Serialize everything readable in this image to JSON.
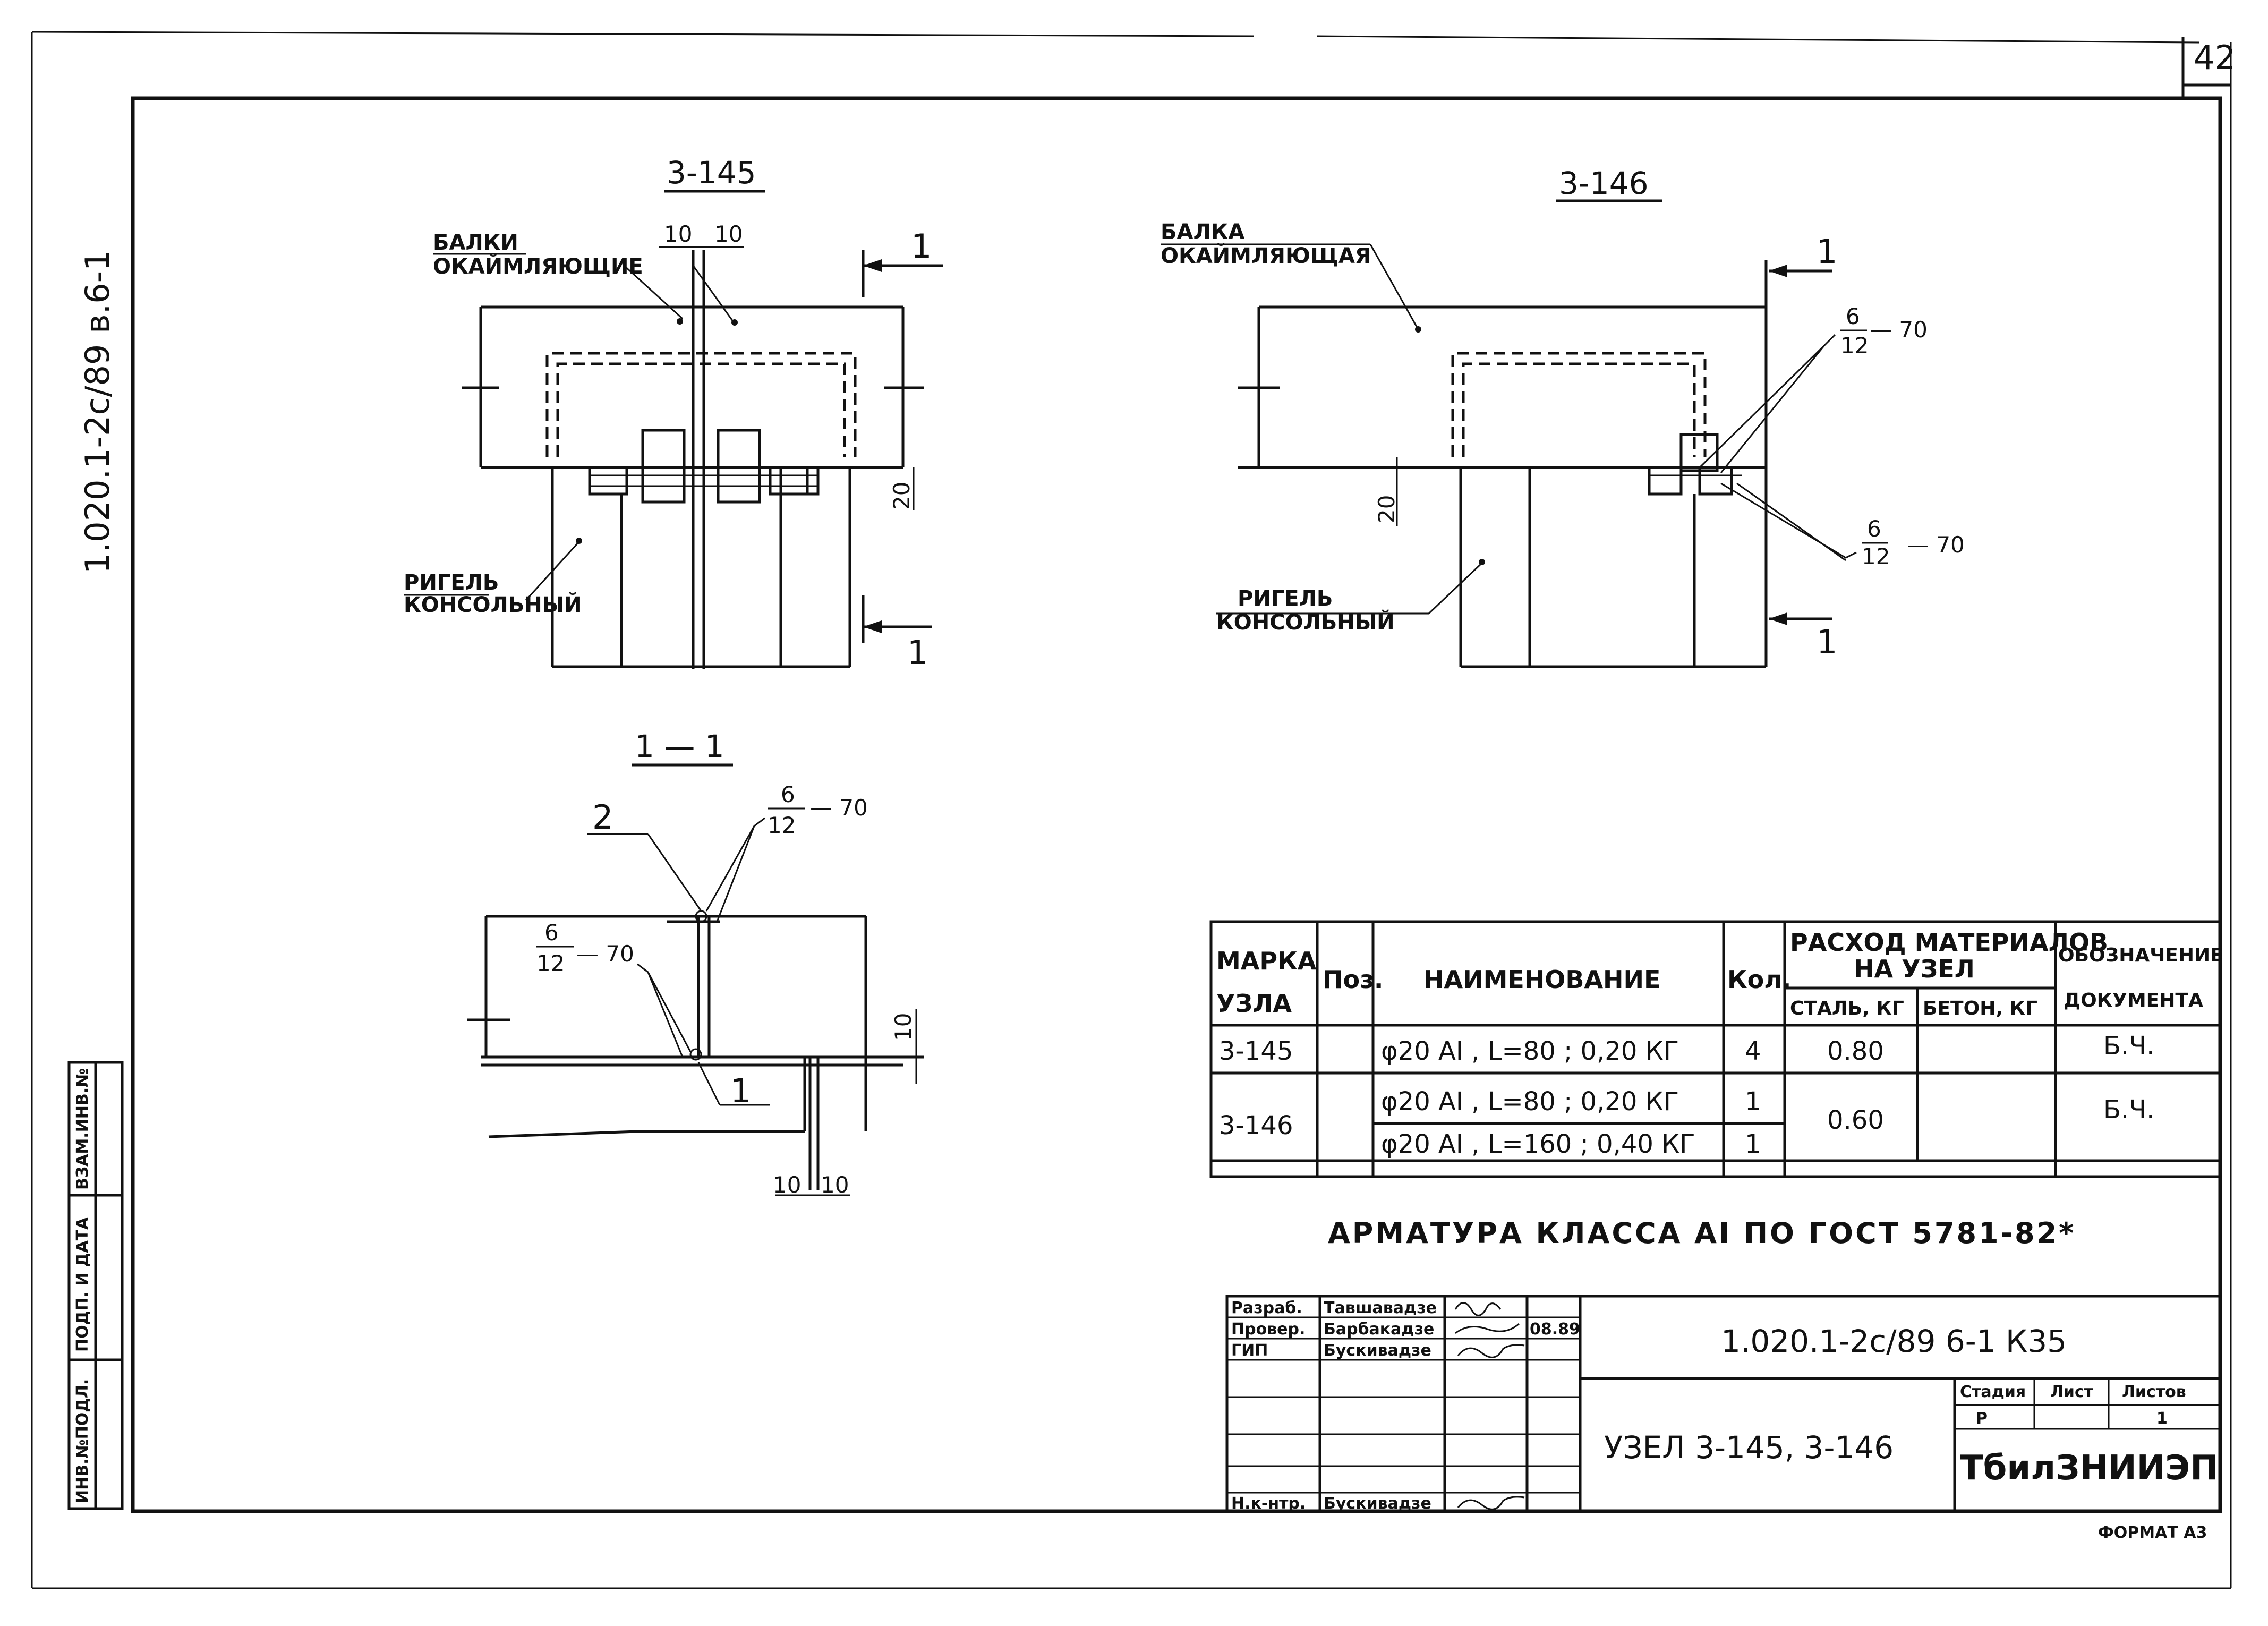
{
  "sheet": {
    "page_number": "42",
    "side_code": "1.020.1-2с/89 в.6-1",
    "side_columns": [
      "ИНВ.№ПОДЛ.",
      "ПОДП. И ДАТА",
      "ВЗАМ.ИНВ.№"
    ],
    "format": "ФОРМАТ А3"
  },
  "view_145": {
    "title": "3-145",
    "beam_label_1": "БАЛКИ",
    "beam_label_2": "ОКАЙМЛЯЮЩИЕ",
    "girder_label_1": "РИГЕЛЬ",
    "girder_label_2": "КОНСОЛЬНЫЙ",
    "dim_left": "10",
    "dim_right": "10",
    "dim_gap": "20",
    "section_mark": "1"
  },
  "view_146": {
    "title": "3-146",
    "beam_label_1": "БАЛКА",
    "beam_label_2": "ОКАЙМЛЯЮЩАЯ",
    "girder_label_1": "РИГЕЛЬ",
    "girder_label_2": "КОНСОЛЬНЫЙ",
    "dim_gap": "20",
    "weld_top_num": "6",
    "weld_top_den": "12",
    "weld_top_len": "— 70",
    "weld_bot_num": "6",
    "weld_bot_den": "12",
    "weld_bot_len": "— 70",
    "section_mark": "1"
  },
  "section_11": {
    "title": "1 — 1",
    "pos_2": "2",
    "pos_1": "1",
    "weld_top_num": "6",
    "weld_top_den": "12",
    "weld_top_len": "— 70",
    "weld_left_num": "6",
    "weld_left_den": "12",
    "weld_left_len": "— 70",
    "dim_gap": "10",
    "dim_bot_left": "10",
    "dim_bot_right": "10"
  },
  "spec_table": {
    "headers": {
      "mark_1": "МАРКА",
      "mark_2": "УЗЛА",
      "pos": "Поз.",
      "name": "НАИМЕНОВАНИЕ",
      "qty": "Кол.",
      "consumption_1": "РАСХОД МАТЕРИАЛОВ",
      "consumption_2": "НА УЗЕЛ",
      "steel": "СТАЛЬ, КГ",
      "concrete": "БЕТОН, КГ",
      "doc_1": "ОБОЗНАЧЕНИЕ",
      "doc_2": "ДОКУМЕНТА"
    },
    "rows": [
      {
        "mark": "3-145",
        "name": "φ20 АI , L=80 ; 0,20 КГ",
        "qty": "4",
        "steel": "0.80",
        "doc": "Б.Ч."
      },
      {
        "mark": "3-146",
        "name": "φ20 АI , L=80 ; 0,20 КГ",
        "qty": "1",
        "steel": "0.60",
        "doc": "Б.Ч."
      },
      {
        "mark": "",
        "name": "φ20 АI , L=160 ; 0,40 КГ",
        "qty": "1",
        "steel": "",
        "doc": ""
      }
    ]
  },
  "note": "АРМАТУРА КЛАССА АI ПО ГОСТ 5781-82*",
  "title_block": {
    "rows": [
      {
        "role": "Разраб.",
        "name": "Тавшавадзе",
        "date": ""
      },
      {
        "role": "Провер.",
        "name": "Барбакадзе",
        "date": "08.89"
      },
      {
        "role": "ГИП",
        "name": "Бускивадзе",
        "date": ""
      }
    ],
    "norm_control_role": "Н.к-нтр.",
    "norm_control_name": "Бускивадзе",
    "doc_code": "1.020.1-2с/89  6-1  К35",
    "drawing_title": "УЗЕЛ  3-145, 3-146",
    "stage_label": "Стадия",
    "sheet_label": "Лист",
    "sheets_label": "Листов",
    "stage_value": "Р",
    "sheet_value": "1",
    "organization": "ТбилЗНИИЭП"
  }
}
